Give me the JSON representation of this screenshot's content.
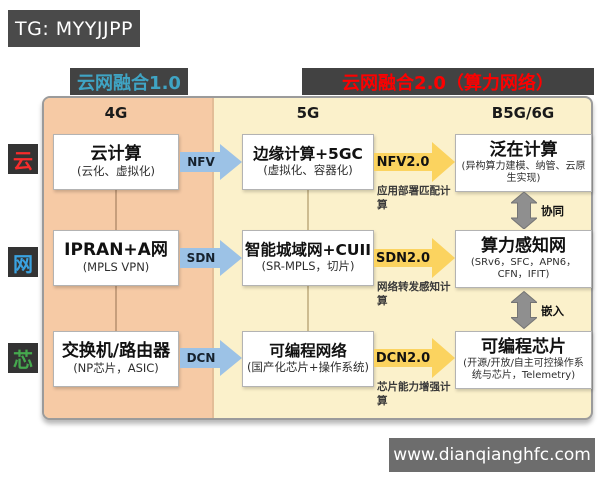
{
  "header": {
    "tg_badge": "TG: MYYJJPP",
    "title_v1": "云网融合1.0",
    "title_v2": "云网融合2.0（算力网络）"
  },
  "columns": {
    "col_4g": "4G",
    "col_5g": "5G",
    "col_b5g": "B5G/6G"
  },
  "side_labels": {
    "cloud": "云",
    "network": "网",
    "chip": "芯"
  },
  "rows": [
    {
      "left": {
        "title": "云计算",
        "subtitle": "(云化、虚拟化)"
      },
      "arrow_blue": "NFV",
      "mid": {
        "title": "边缘计算+5GC",
        "subtitle": "(虚拟化、容器化)"
      },
      "arrow_yellow": {
        "label": "NFV2.0",
        "note": "应用部署匹配计算"
      },
      "right": {
        "title": "泛在计算",
        "subtitle": "(异构算力建模、纳管、云原生实现)"
      }
    },
    {
      "left": {
        "title": "IPRAN+A网",
        "subtitle": "(MPLS VPN)"
      },
      "arrow_blue": "SDN",
      "mid": {
        "title": "智能城域网+CUII",
        "subtitle": "(SR-MPLS，切片)"
      },
      "arrow_yellow": {
        "label": "SDN2.0",
        "note": "网络转发感知计算"
      },
      "right": {
        "title": "算力感知网",
        "subtitle": "(SRv6，SFC，APN6，CFN，IFIT)"
      }
    },
    {
      "left": {
        "title": "交换机/路由器",
        "subtitle": "(NP芯片，ASIC)"
      },
      "arrow_blue": "DCN",
      "mid": {
        "title": "可编程网络",
        "subtitle": "(国产化芯片+操作系统)"
      },
      "arrow_yellow": {
        "label": "DCN2.0",
        "note": "芯片能力增强计算"
      },
      "right": {
        "title": "可编程芯片",
        "subtitle": "(开源/开放/自主可控操作系统与芯片，Telemetry)"
      }
    }
  ],
  "links": {
    "link1": "协同",
    "link2": "嵌入"
  },
  "footer": {
    "watermark": "www.dianqianghfc.com"
  },
  "colors": {
    "peach_bg": "#f6caa5",
    "yellow_bg": "#fbf1cb",
    "blue_arrow": "#9cc2e6",
    "yellow_arrow": "#fbd35f",
    "gray_arrow": "#8f8f8f",
    "title_v1_text": "#3fa4c4",
    "title_v2_text": "#fe0000",
    "badge_bg": "#4a4a4a"
  }
}
